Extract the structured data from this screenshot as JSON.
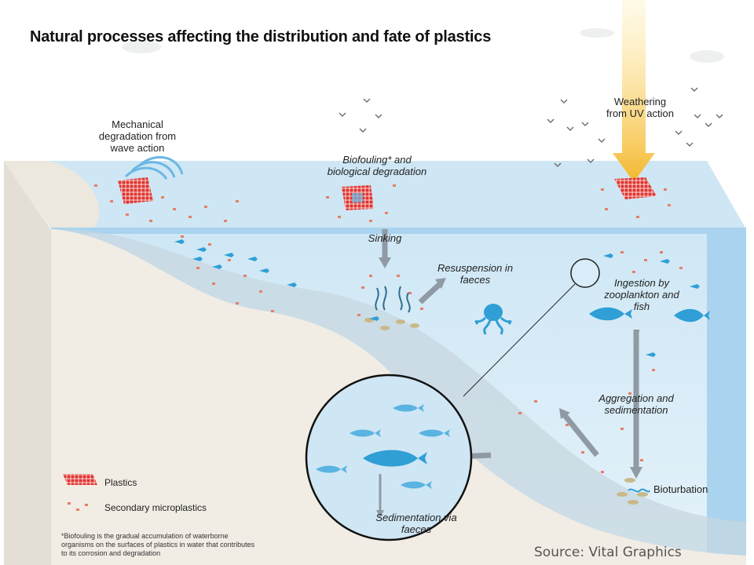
{
  "title": "Natural processes affecting the distribution and fate of plastics",
  "labels": {
    "mechanical": [
      "Mechanical",
      "degradation from",
      "wave action"
    ],
    "biofouling": [
      "Biofouling* and",
      "biological degradation"
    ],
    "weathering": [
      "Weathering",
      "from UV action"
    ],
    "sinking": "Sinking",
    "resuspension": [
      "Resuspension in",
      "faeces"
    ],
    "ingestion": [
      "Ingestion by",
      "zooplankton and",
      "fish"
    ],
    "aggregation": [
      "Aggregation and",
      "sedimentation"
    ],
    "bioturbation": "Bioturbation",
    "sedimentation_faeces": [
      "Sedimentation via",
      "faeces"
    ]
  },
  "legend": {
    "plastics": "Plastics",
    "microplastics": "Secondary microplastics"
  },
  "footnote": "*Biofouling is the gradual accumulation of waterborne organisms on the surfaces of plastics in water that contributes to its corrosion and degradation",
  "source": "Source: Vital Graphics",
  "colors": {
    "water_surface": "#cfe6f4",
    "water_front": "#d9edf8",
    "seabed": "#f1ede4",
    "plastic": "#e0332e",
    "fish": "#2f9fd6",
    "sun": "#f7c33f",
    "arrow": "#8f9aa4"
  }
}
